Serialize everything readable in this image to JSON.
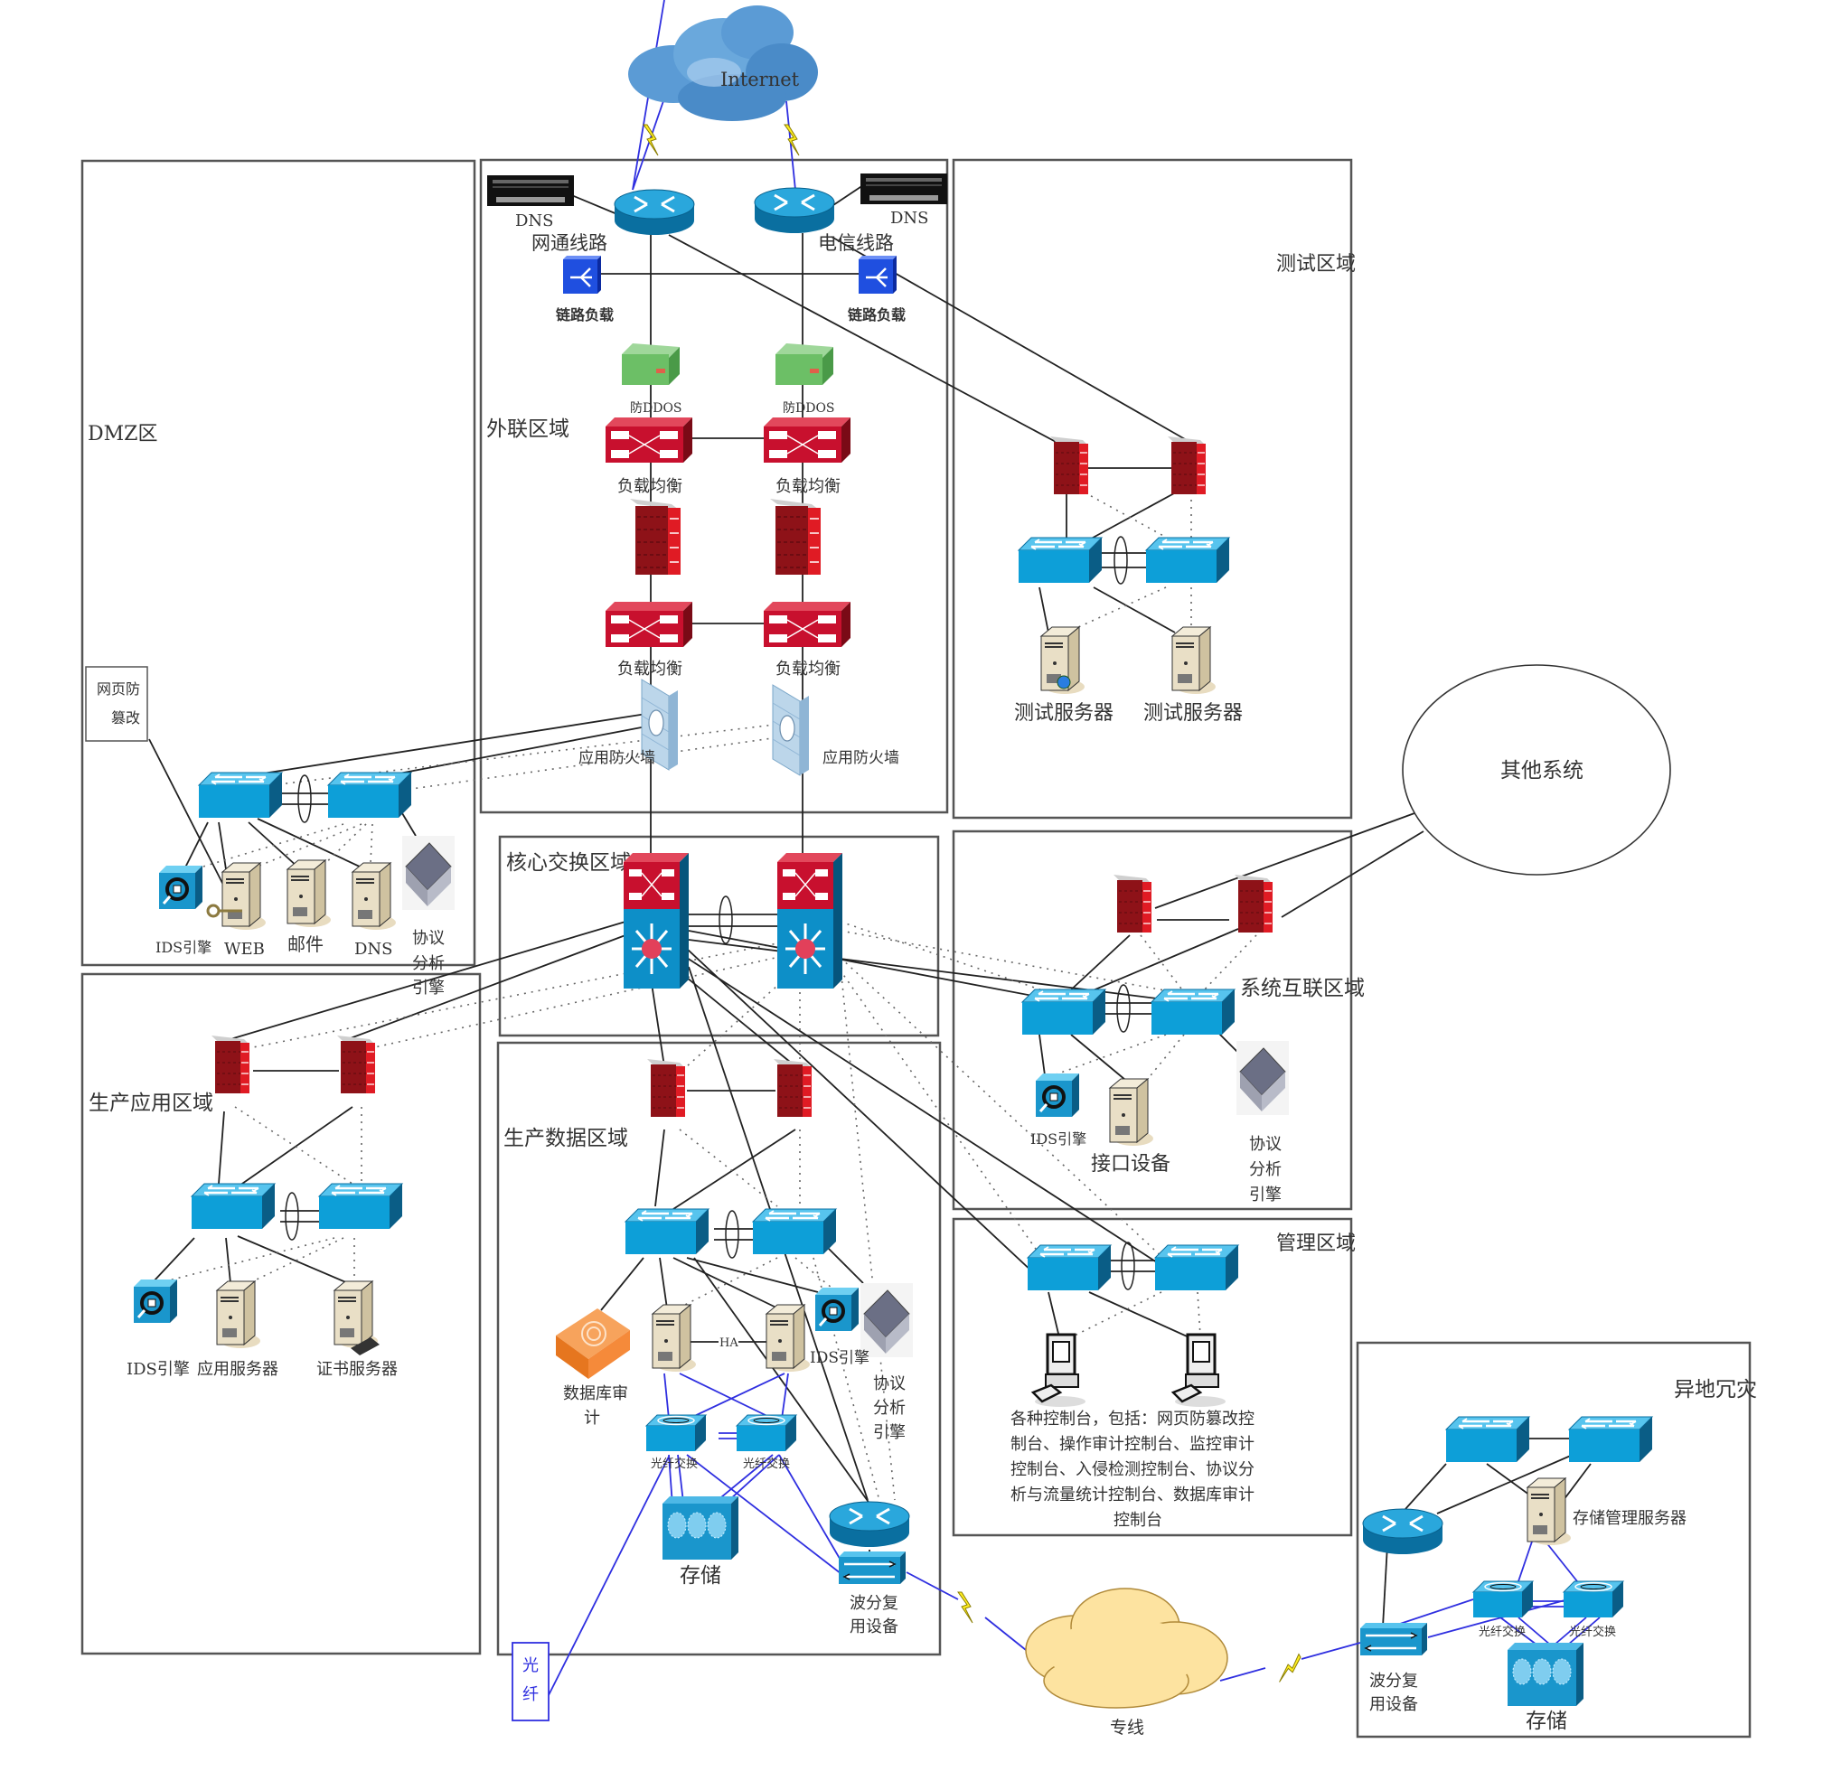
{
  "internet": {
    "label": "Internet"
  },
  "leased_line": {
    "label": "专线"
  },
  "other_systems": {
    "label": "其他系统"
  },
  "fiber_note": {
    "label_line1": "光",
    "label_line2": "纤"
  },
  "zones": {
    "dmz": {
      "title": "DMZ区"
    },
    "external": {
      "title": "外联区域"
    },
    "test": {
      "title": "测试区域"
    },
    "core": {
      "title": "核心交换区域"
    },
    "prod_app": {
      "title": "生产应用区域"
    },
    "prod_data": {
      "title": "生产数据区域"
    },
    "interconnect": {
      "title": "系统互联区域"
    },
    "mgmt": {
      "title": "管理区域"
    },
    "dr": {
      "title": "异地冗灾"
    }
  },
  "external": {
    "dns_left": "DNS",
    "dns_right": "DNS",
    "router_left": "网通线路",
    "router_right": "电信线路",
    "link_lb_left": "链路负载",
    "link_lb_right": "链路负载",
    "ddos_left": "防DDOS",
    "ddos_right": "防DDOS",
    "lb_top_left": "负载均衡",
    "lb_top_right": "负载均衡",
    "lb_bottom_left": "负载均衡",
    "lb_bottom_right": "负载均衡",
    "waf_left": "应用防火墙",
    "waf_right": "应用防火墙"
  },
  "dmz": {
    "tamper_line1": "网页防",
    "tamper_line2": "篡改",
    "ids": "IDS引擎",
    "web": "WEB",
    "mail": "邮件",
    "dns": "DNS",
    "proto_line1": "协议",
    "proto_line2": "分析",
    "proto_line3": "引擎"
  },
  "test": {
    "server1": "测试服务器",
    "server2": "测试服务器"
  },
  "prod_app": {
    "ids": "IDS引擎",
    "app_server": "应用服务器",
    "cert_server": "证书服务器"
  },
  "prod_data": {
    "db_audit_line1": "数据库审",
    "db_audit_line2": "计",
    "ha": "HA",
    "ids": "IDS引擎",
    "proto_line1": "协议",
    "proto_line2": "分析",
    "proto_line3": "引擎",
    "fc_left": "光纤交换",
    "fc_right": "光纤交换",
    "storage": "存储",
    "wdm_line1": "波分复",
    "wdm_line2": "用设备"
  },
  "interconnect": {
    "ids": "IDS引擎",
    "iface": "接口设备",
    "proto_line1": "协议",
    "proto_line2": "分析",
    "proto_line3": "引擎"
  },
  "mgmt": {
    "console_lines": [
      "各种控制台，包括：网页防篡改控",
      "制台、操作审计控制台、监控审计",
      "控制台、入侵检测控制台、协议分",
      "析与流量统计控制台、数据库审计",
      "控制台"
    ]
  },
  "dr": {
    "storage_mgmt": "存储管理服务器",
    "fc_left": "光纤交换",
    "fc_right": "光纤交换",
    "storage": "存储",
    "wdm_line1": "波分复",
    "wdm_line2": "用设备"
  },
  "colors": {
    "switch_blue": "#0d9fd8",
    "firewall_red": "#b3141e",
    "lb_red": "#c8102e",
    "router_blue": "#2aa7dc",
    "fiber_blue": "#2f2fe0",
    "lightning_yellow": "#ffee22",
    "cloud_blue": "#5b9bd5",
    "cloud_yellow": "#fde3a0",
    "db_audit_orange": "#f58a3a"
  }
}
